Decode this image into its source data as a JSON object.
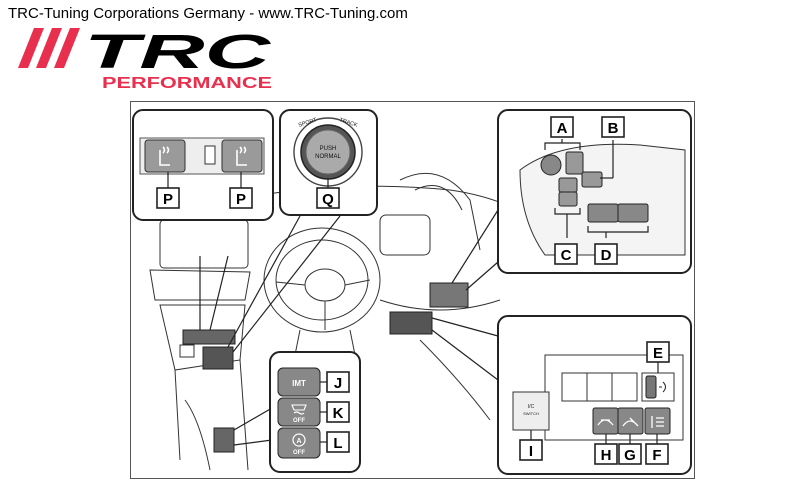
{
  "header": {
    "text": "TRC-Tuning Corporations Germany - www.TRC-Tuning.com"
  },
  "logo": {
    "wordmark": "TRC",
    "subtitle": "PERFORMANCE",
    "accent_color": "#e8304e"
  },
  "diagram": {
    "start_button": {
      "sport": "SPORT",
      "track": "TRACK",
      "push": "PUSH",
      "normal": "NORMAL"
    },
    "switches": {
      "imt": "IMT",
      "vsc_off": "OFF",
      "a_off": "OFF"
    },
    "labels": {
      "A": "A",
      "B": "B",
      "C": "C",
      "D": "D",
      "E": "E",
      "F": "F",
      "G": "G",
      "H": "H",
      "I": "I",
      "J": "J",
      "K": "K",
      "L": "L",
      "P": "P",
      "Q": "Q"
    }
  }
}
